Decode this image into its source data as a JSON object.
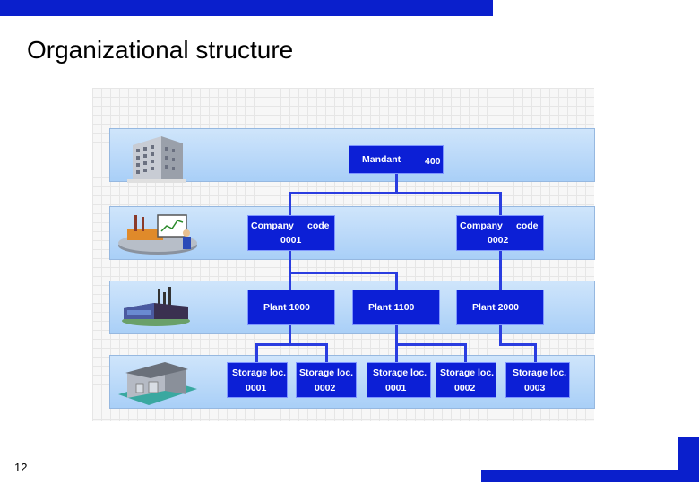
{
  "slide": {
    "title": "Organizational structure",
    "page_number": "12"
  },
  "colors": {
    "accent": "#0a1fcc",
    "node": "#0c1fd6",
    "band": "#b8d8f8",
    "connector": "#2a3de0"
  },
  "icons": [
    "office-building-icon",
    "analyst-chart-icon",
    "factory-icon",
    "warehouse-icon"
  ],
  "mandant": {
    "label": "Mandant",
    "value": "400"
  },
  "company_codes": [
    {
      "label": "Company",
      "label2": "code",
      "value": "0001"
    },
    {
      "label": "Company",
      "label2": "code",
      "value": "0002"
    }
  ],
  "plants": [
    {
      "label": "Plant 1000"
    },
    {
      "label": "Plant 1100"
    },
    {
      "label": "Plant 2000"
    }
  ],
  "storage_locations": [
    {
      "label": "Storage loc.",
      "value": "0001"
    },
    {
      "label": "Storage loc.",
      "value": "0002"
    },
    {
      "label": "Storage loc.",
      "value": "0001"
    },
    {
      "label": "Storage loc.",
      "value": "0002"
    },
    {
      "label": "Storage loc.",
      "value": "0003"
    }
  ]
}
